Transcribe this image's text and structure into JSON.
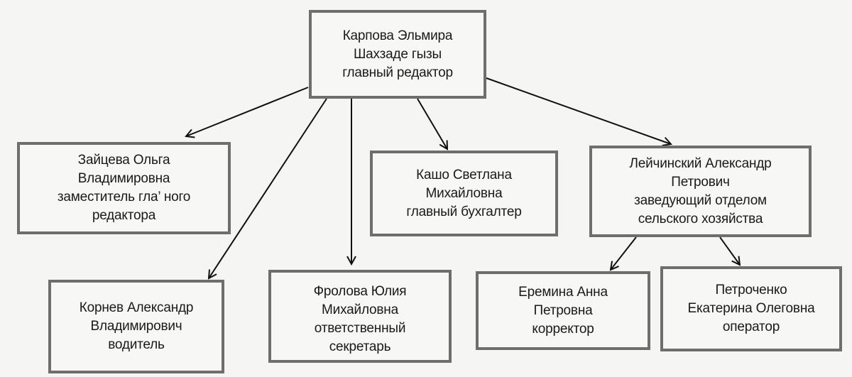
{
  "diagram": {
    "type": "org-chart",
    "colors": {
      "background": "#f5f5f3",
      "box_border": "#6e6e6e",
      "text": "#1a1a1a",
      "arrow": "#111111"
    },
    "nodes": {
      "root": {
        "lines": [
          "Карпова Эльмира",
          "Шахзаде гызы",
          "главный редактор"
        ]
      },
      "zaytseva": {
        "lines": [
          "Зайцева Ольга",
          "Владимировна",
          "заместитель гла’ ного",
          "редактора"
        ]
      },
      "kasho": {
        "lines": [
          "Кашо Светлана",
          "Михайловна",
          "главный бухгалтер"
        ]
      },
      "leychinsky": {
        "lines": [
          "Лейчинский Александр",
          "Петрович",
          "заведующий отделом",
          "сельского хозяйства"
        ]
      },
      "kornev": {
        "lines": [
          "Корнев Александр",
          "Владимирович",
          "водитель"
        ]
      },
      "frolova": {
        "lines": [
          "Фролова Юлия",
          "Михайловна",
          "ответственный",
          "секретарь"
        ]
      },
      "eremina": {
        "lines": [
          "Еремина Анна",
          "Петровна",
          "корректор"
        ]
      },
      "petrochenko": {
        "lines": [
          "Петроченко",
          "Екатерина Олеговна",
          "оператор"
        ]
      }
    },
    "edges": [
      {
        "from": "root",
        "to": "zaytseva"
      },
      {
        "from": "root",
        "to": "kornev"
      },
      {
        "from": "root",
        "to": "frolova"
      },
      {
        "from": "root",
        "to": "kasho"
      },
      {
        "from": "root",
        "to": "leychinsky"
      },
      {
        "from": "leychinsky",
        "to": "eremina"
      },
      {
        "from": "leychinsky",
        "to": "petrochenko"
      }
    ]
  }
}
